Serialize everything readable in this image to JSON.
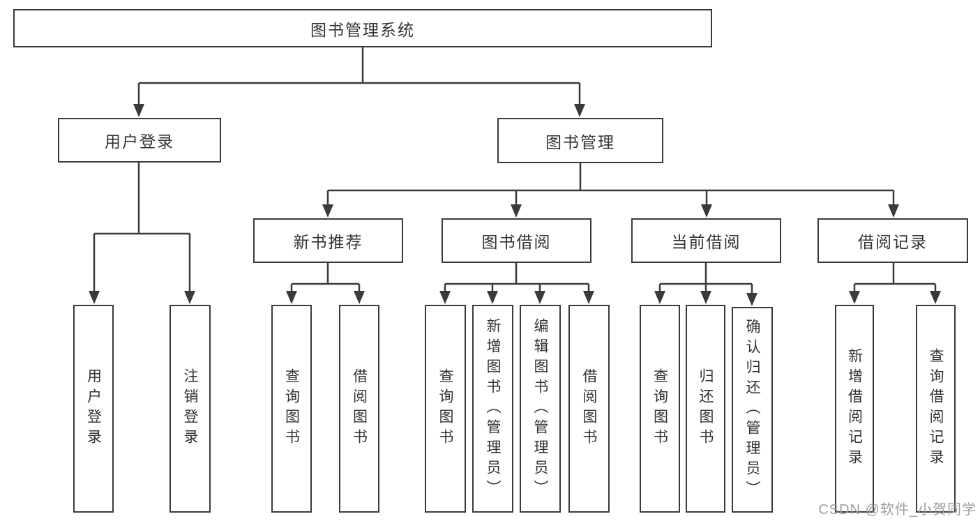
{
  "colors": {
    "background": "#ffffff",
    "line": "#3a3a3a",
    "box_border": "#3a3a3a",
    "text": "#333333",
    "watermark": "#9e9e9e"
  },
  "watermark": {
    "text": "CSDN @软件_小贺同学"
  },
  "tree": {
    "root": "图书管理系统",
    "children": [
      {
        "label": "用户登录",
        "children": [
          {
            "label": "用户登录"
          },
          {
            "label": "注销登录"
          }
        ]
      },
      {
        "label": "图书管理",
        "children": [
          {
            "label": "新书推荐",
            "children": [
              {
                "label": "查询图书"
              },
              {
                "label": "借阅图书"
              }
            ]
          },
          {
            "label": "图书借阅",
            "children": [
              {
                "label": "查询图书"
              },
              {
                "label": "新增图书（管理员）"
              },
              {
                "label": "编辑图书（管理员）"
              },
              {
                "label": "借阅图书"
              }
            ]
          },
          {
            "label": "当前借阅",
            "children": [
              {
                "label": "查询图书"
              },
              {
                "label": "归还图书"
              },
              {
                "label": "确认归还（管理员）"
              }
            ]
          },
          {
            "label": "借阅记录",
            "children": [
              {
                "label": "新增借阅记录"
              },
              {
                "label": "查询借阅记录"
              }
            ]
          }
        ]
      }
    ]
  }
}
